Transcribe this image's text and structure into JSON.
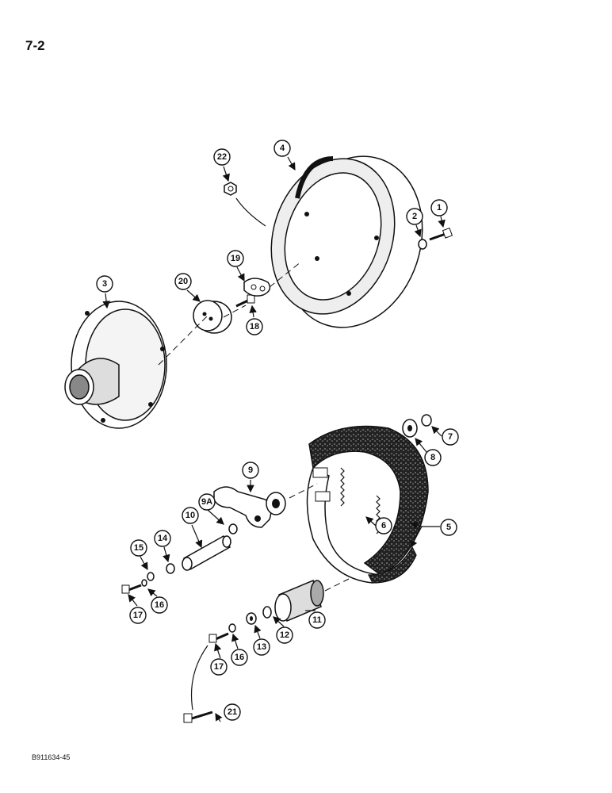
{
  "page": {
    "number": "7-2",
    "figure_code": "B911634-45"
  },
  "callouts": [
    "1",
    "2",
    "3",
    "4",
    "5",
    "6",
    "7",
    "8",
    "9",
    "9A",
    "10",
    "11",
    "12",
    "13",
    "14",
    "15",
    "16",
    "17",
    "18",
    "19",
    "20",
    "21",
    "22"
  ]
}
